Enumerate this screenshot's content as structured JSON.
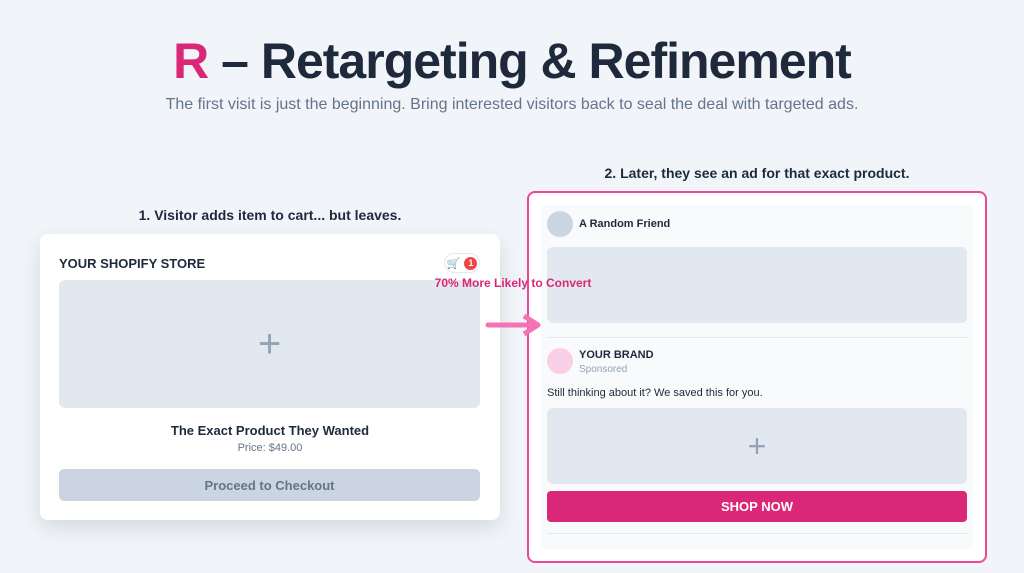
{
  "header": {
    "title_letter": "R",
    "title_rest": " – Retargeting & Refinement",
    "subtitle": "The first visit is just the beginning. Bring interested visitors back to seal the deal with targeted ads."
  },
  "step1": {
    "label": "1. Visitor adds item to cart... but leaves.",
    "store_name": "YOUR SHOPIFY STORE",
    "cart_count": "1",
    "product_name": "The Exact Product They Wanted",
    "price": "Price: $49.00",
    "checkout_label": "Proceed to Checkout"
  },
  "connector": {
    "label": "70% More Likely to Convert"
  },
  "step2": {
    "label": "2. Later, they see an ad for that exact product.",
    "friend_name": "A Random Friend",
    "brand_name": "YOUR BRAND",
    "sponsored": "Sponsored",
    "ad_text": "Still thinking about it? We saved this for you.",
    "cta_label": "SHOP NOW"
  },
  "colors": {
    "accent": "#db2777",
    "arrow": "#f472b6",
    "text": "#1e293b",
    "muted": "#64748b"
  }
}
